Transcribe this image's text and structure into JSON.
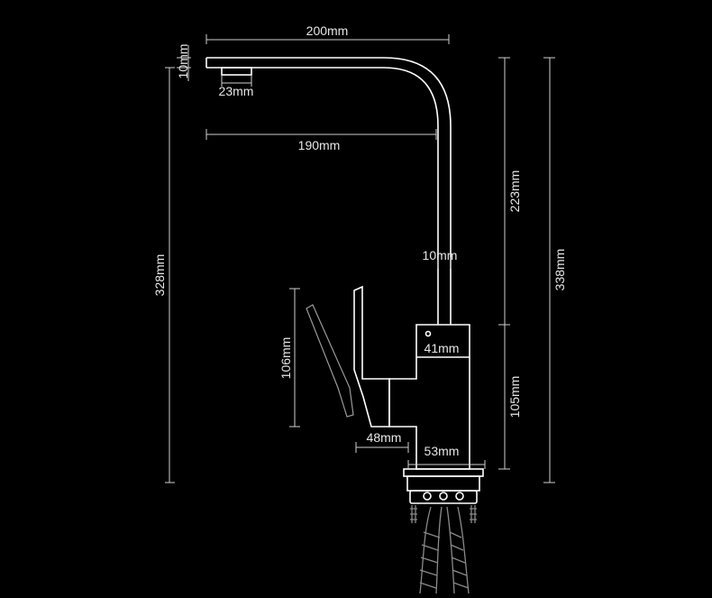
{
  "dimensions": {
    "spout_reach": "200mm",
    "spout_thickness": "10mm",
    "aerator_diameter": "23mm",
    "inner_reach": "190mm",
    "upper_height": "223mm",
    "total_height": "338mm",
    "spout_tube_width": "10mm",
    "overall_height_left": "328mm",
    "handle_height": "106mm",
    "body_width": "41mm",
    "lower_height": "105mm",
    "handle_offset": "48mm",
    "base_width": "53mm"
  }
}
